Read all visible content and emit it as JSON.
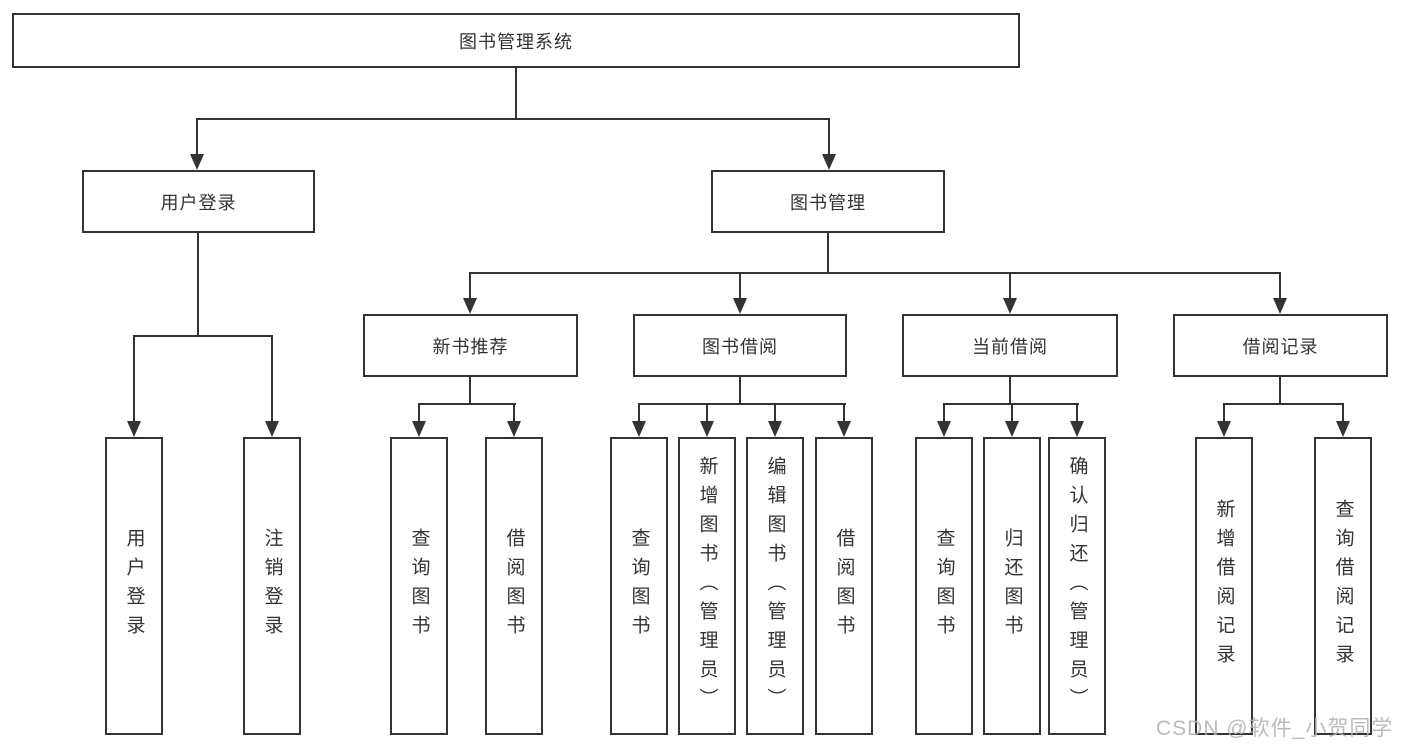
{
  "colors": {
    "line": "#333333",
    "box_border": "#333333",
    "text": "#333333",
    "background": "#ffffff",
    "watermark": "#b2b2b2"
  },
  "watermark": {
    "text": "CSDN @软件_小贺同学"
  },
  "tree": {
    "root": {
      "label": "图书管理系统"
    },
    "branches": [
      {
        "label": "用户登录",
        "children": [
          {
            "label": "用户登录"
          },
          {
            "label": "注销登录"
          }
        ]
      },
      {
        "label": "图书管理",
        "children": [
          {
            "label": "新书推荐",
            "children": [
              {
                "label": "查询图书"
              },
              {
                "label": "借阅图书"
              }
            ]
          },
          {
            "label": "图书借阅",
            "children": [
              {
                "label": "查询图书"
              },
              {
                "label": "新增图书（管理员）"
              },
              {
                "label": "编辑图书（管理员）"
              },
              {
                "label": "借阅图书"
              }
            ]
          },
          {
            "label": "当前借阅",
            "children": [
              {
                "label": "查询图书"
              },
              {
                "label": "归还图书"
              },
              {
                "label": "确认归还（管理员）"
              }
            ]
          },
          {
            "label": "借阅记录",
            "children": [
              {
                "label": "新增借阅记录"
              },
              {
                "label": "查询借阅记录"
              }
            ]
          }
        ]
      }
    ]
  }
}
